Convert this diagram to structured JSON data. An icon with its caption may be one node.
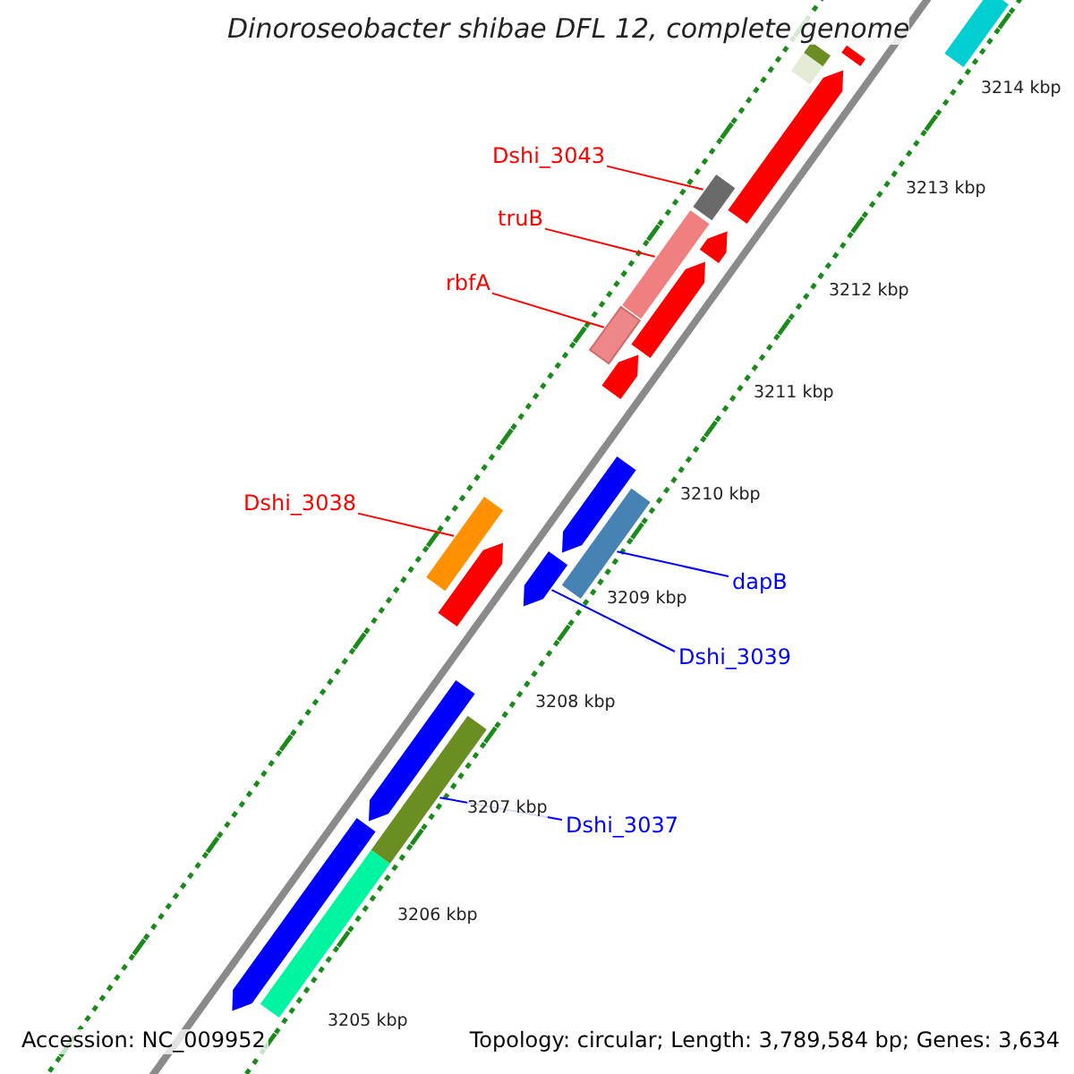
{
  "diagram": {
    "title": "Dinoroseobacter shibae DFL 12, complete genome",
    "nodes": [
      {
        "text": [
          "Dshi_3043"
        ]
      },
      {
        "text": [],
        "shape": "bar"
      },
      {
        "text": [
          "truB"
        ]
      },
      {
        "text": [],
        "shape": "bar"
      },
      {
        "text": [
          "rbfA"
        ]
      },
      {
        "text": [],
        "shape": "bar"
      },
      {
        "text": [
          "Dshi_3038"
        ]
      },
      {
        "text": [],
        "shape": "bar"
      },
      {
        "text": [
          "dapB"
        ]
      },
      {
        "text": [],
        "shape": "bar"
      },
      {
        "text": [
          "Dshi_3039"
        ]
      },
      {
        "text": [],
        "shape": "bar"
      },
      {
        "text": [
          "Dshi_3037"
        ]
      },
      {
        "text": [],
        "shape": "bar"
      },
      {
        "text": [],
        "shape": "bar"
      },
      {
        "text": [],
        "shape": "bar"
      },
      {
        "text": [],
        "shape": "bar"
      },
      {
        "text": [],
        "shape": "bar"
      },
      {
        "text": [],
        "shape": "bar"
      },
      {
        "text": [],
        "shape": "bar"
      },
      {
        "text": [],
        "shape": "bar"
      },
      {
        "text": [],
        "shape": "bar"
      },
      {
        "text": [],
        "shape": "bar"
      },
      {
        "text": [],
        "shape": "bar"
      },
      {
        "text": [],
        "shape": "bar"
      },
      {
        "text": [],
        "shape": "bar"
      },
      {
        "text": [],
        "shape": "bar"
      }
    ],
    "edges": [
      {
        "from": 0,
        "to": 1,
        "arrow": "none"
      },
      {
        "from": 2,
        "to": 3,
        "arrow": "none"
      },
      {
        "from": 4,
        "to": 5,
        "arrow": "none"
      },
      {
        "from": 6,
        "to": 7,
        "arrow": "none"
      },
      {
        "from": 8,
        "to": 9,
        "arrow": "none",
        "color": "#0000ff"
      },
      {
        "from": 10,
        "to": 11,
        "arrow": "none",
        "color": "#0000ff"
      },
      {
        "from": 12,
        "to": 13,
        "arrow": "none",
        "color": "#0000ff"
      }
    ],
    "labels": [
      "3214 kbp",
      "3213 kbp",
      "3212 kbp",
      "3211 kbp",
      "3210 kbp",
      "3209 kbp",
      "3208 kbp",
      "3207 kbp",
      "3206 kbp",
      "3205 kbp",
      "Accession: NC_009952",
      "Topology: circular; Length: 3,789,584 bp; Genes: 3,634"
    ]
  }
}
